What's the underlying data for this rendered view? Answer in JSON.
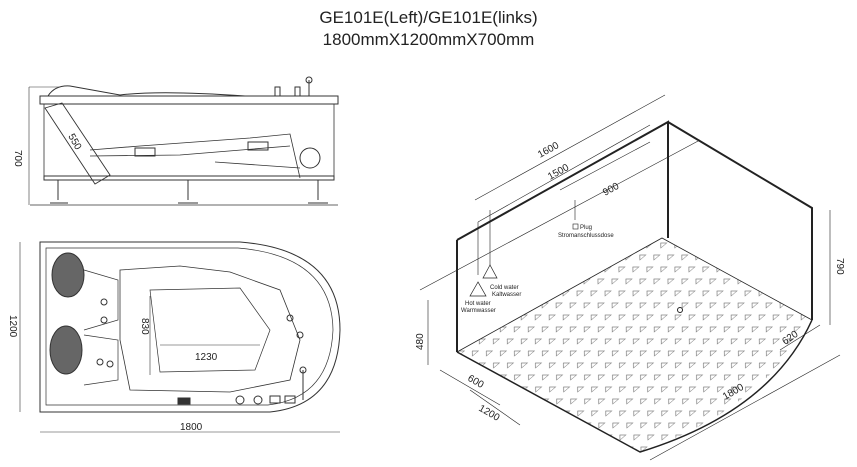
{
  "title": {
    "line1": "GE101E(Left)/GE101E(links)",
    "line2": "1800mmX1200mmX700mm"
  },
  "side_view": {
    "height": "700",
    "backrest": "550"
  },
  "top_view": {
    "width": "1200",
    "length": "1800",
    "inner_w": "830",
    "inner_l": "1230"
  },
  "iso_view": {
    "dim_1600": "1600",
    "dim_1500": "1500",
    "dim_900": "900",
    "dim_790": "790",
    "dim_480": "480",
    "dim_620": "620",
    "dim_600": "600",
    "dim_1800": "1800",
    "dim_1200": "1200",
    "plug_en": "Plug",
    "plug_de": "Stromanschlussdose",
    "cold_en": "Cold water",
    "cold_de": "Kaltwasser",
    "hot_en": "Hot water",
    "hot_de": "Warmwasser"
  }
}
